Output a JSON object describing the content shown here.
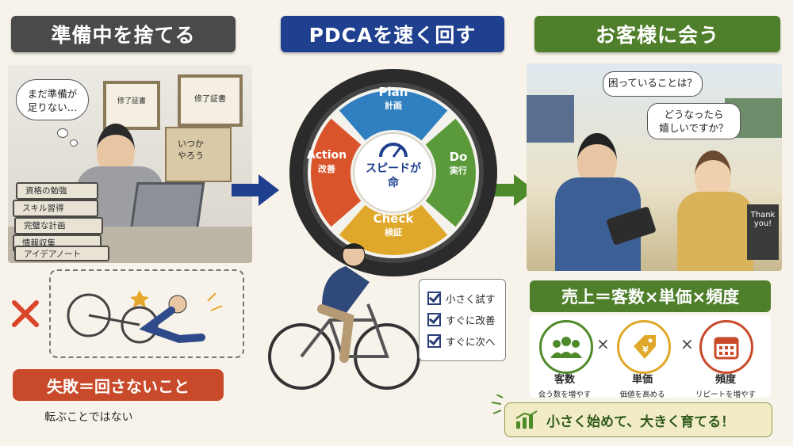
{
  "headers": {
    "left": "準備中を捨てる",
    "center": "PDCAを速く回す",
    "right": "お客様に会う"
  },
  "left_scene": {
    "thought_bubble": "まだ準備が\n足りない…",
    "certificate_1": "修了証書",
    "certificate_2": "修了証書",
    "note": "いつか\nやろう",
    "books": [
      "資格の勉強",
      "スキル習得",
      "完璧な計画",
      "情報収集",
      "アイデアノート"
    ]
  },
  "failure": {
    "label": "失敗＝回さないこと",
    "sub": "転ぶことではない"
  },
  "wheel": {
    "segments": [
      {
        "en": "Plan",
        "jp": "計画",
        "color": "#2f7fc1"
      },
      {
        "en": "Do",
        "jp": "実行",
        "color": "#5a9a3a"
      },
      {
        "en": "Check",
        "jp": "検証",
        "color": "#e0a82a"
      },
      {
        "en": "Action",
        "jp": "改善",
        "color": "#d9542b"
      }
    ],
    "center_text": "スピードが\n命"
  },
  "checklist": [
    "小さく試す",
    "すぐに改善",
    "すぐに次へ"
  ],
  "right_scene": {
    "bubble_1": "困っていることは？",
    "bubble_2": "どうなったら\n嬉しいですか？",
    "sign": "Thank\nyou!"
  },
  "formula": {
    "title": "売上＝客数×単価×頻度",
    "items": [
      {
        "label": "客数",
        "sub": "会う数を増やす",
        "icon": "people-icon"
      },
      {
        "label": "単価",
        "sub": "価値を高める",
        "icon": "yen-tag-icon"
      },
      {
        "label": "頻度",
        "sub": "リピートを増やす",
        "icon": "calendar-icon"
      }
    ],
    "times_symbol": "×"
  },
  "slogan": "小さく始めて、大きく育てる！",
  "colors": {
    "left_header": "#4a4a4a",
    "center_header": "#1f3f8f",
    "right_header": "#4f7f2a",
    "failure_red": "#c94a2a",
    "arrow_blue": "#1f3f8f",
    "arrow_green": "#4f8a2a"
  }
}
